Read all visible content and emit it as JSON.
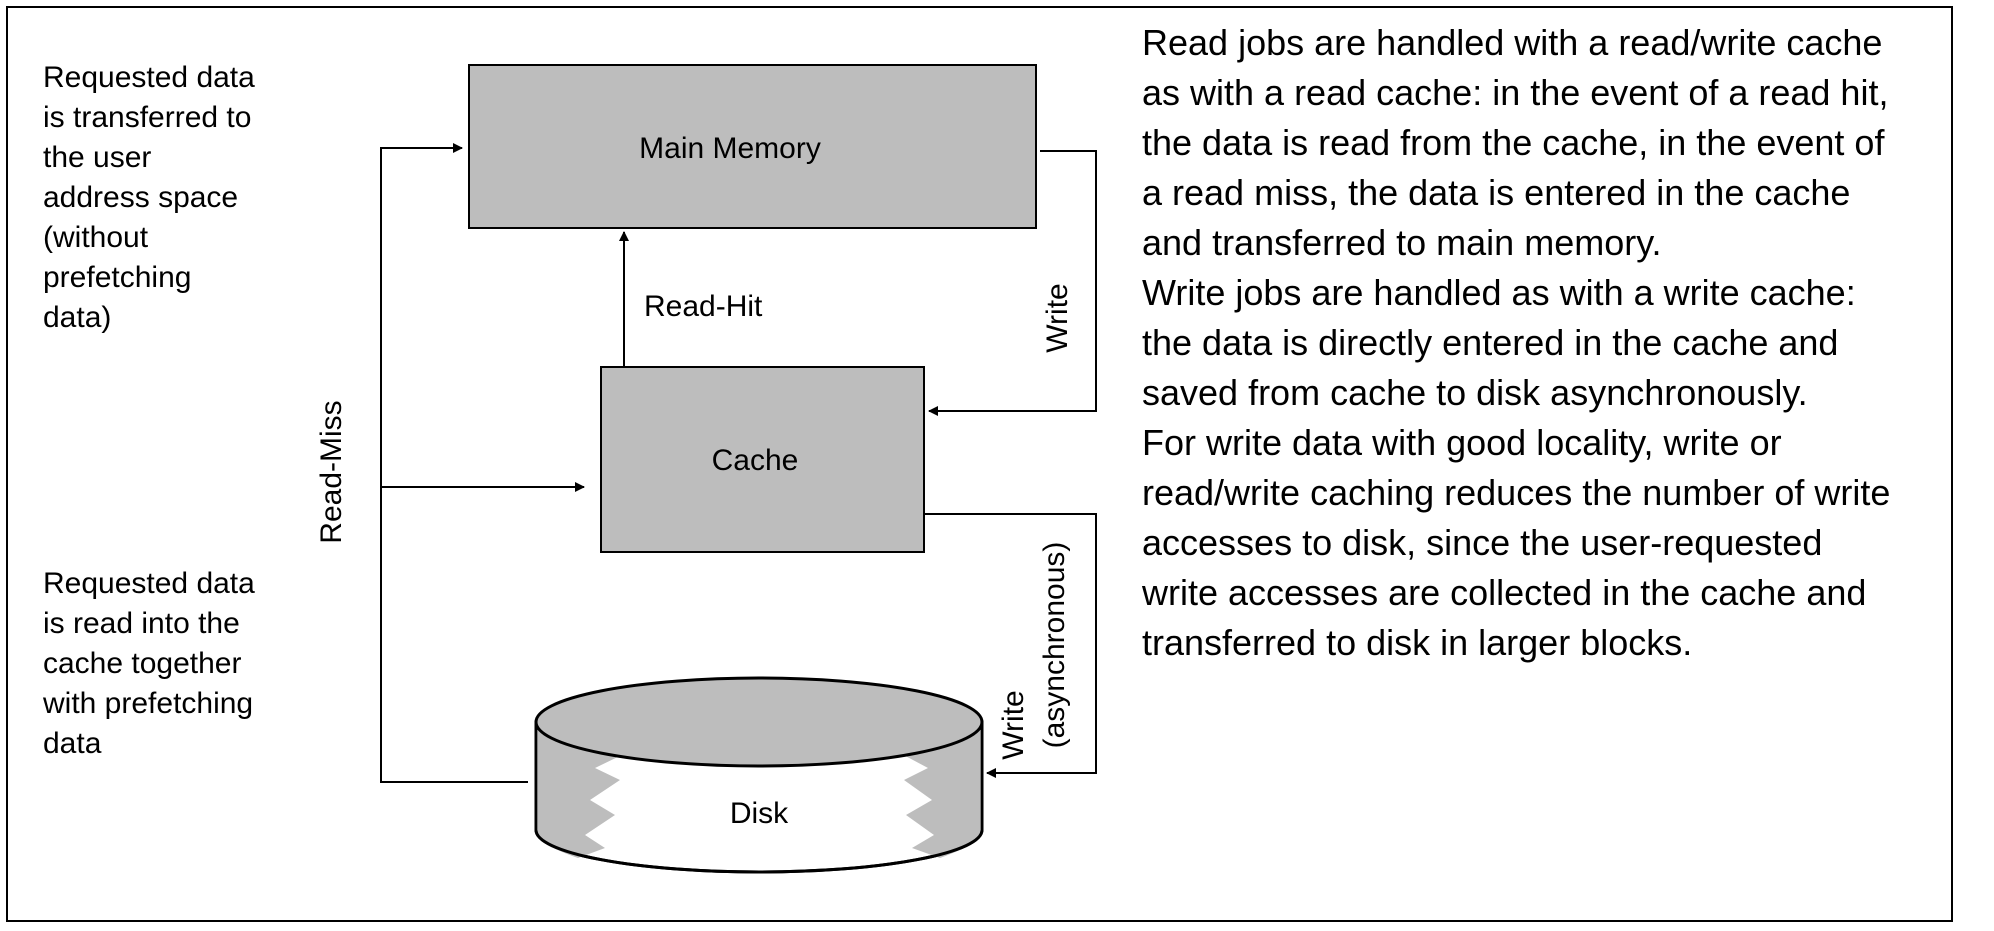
{
  "diagram": {
    "boxes": {
      "main_memory": "Main Memory",
      "cache": "Cache",
      "disk": "Disk"
    },
    "edges": {
      "read_hit": "Read-Hit",
      "write": "Write",
      "read_miss": "Read-Miss",
      "write_async_line1": "Write",
      "write_async_line2": "(asynchronous)"
    },
    "colors": {
      "box_fill": "#bdbdbd",
      "stroke": "#000000"
    }
  },
  "notes": {
    "top": "Requested data\nis transferred to\nthe user\naddress space\n(without\nprefetching\ndata)",
    "bottom": "Requested data\nis read into the\ncache together\nwith prefetching\ndata"
  },
  "description": {
    "paragraphs": [
      "Read jobs are handled with a read/write cache\nas with a read cache: in the event of a read hit,\nthe data is read from the cache, in the event of\na read miss, the data is entered in the cache\nand transferred to main memory.",
      "Write jobs are handled as with a write cache:\nthe data is directly entered in the cache and\nsaved from cache to disk asynchronously.",
      "For write data with good locality, write or\nread/write caching reduces the number of write\naccesses to disk, since the user-requested\nwrite accesses are collected in the cache and\ntransferred to disk in larger blocks."
    ]
  }
}
